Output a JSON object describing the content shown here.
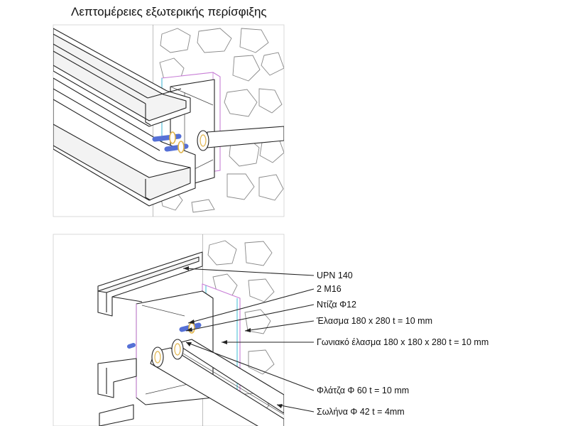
{
  "title": "Λεπτομέρειες εξωτερικής περίσφιξης",
  "labels": [
    {
      "id": "upn",
      "text": "UPN 140"
    },
    {
      "id": "bolts",
      "text": "2 M16"
    },
    {
      "id": "rod",
      "text": "Ντίζα Φ12"
    },
    {
      "id": "plate",
      "text": "Έλασμα 180 x 280 t = 10 mm"
    },
    {
      "id": "angle",
      "text": "Γωνιακό έλασμα 180 x 180 x 280 t = 10 mm"
    },
    {
      "id": "flange",
      "text": "Φλάτζα Φ 60 t = 10 mm"
    },
    {
      "id": "tube",
      "text": "Σωλήνα Φ 42 t = 4mm"
    }
  ],
  "colors": {
    "line": "#222222",
    "plate_outline": "#c77dd6",
    "weld": "#4fc3d9",
    "washer": "#e0b44a",
    "bolt": "#5570d6",
    "stone": "#888888"
  }
}
